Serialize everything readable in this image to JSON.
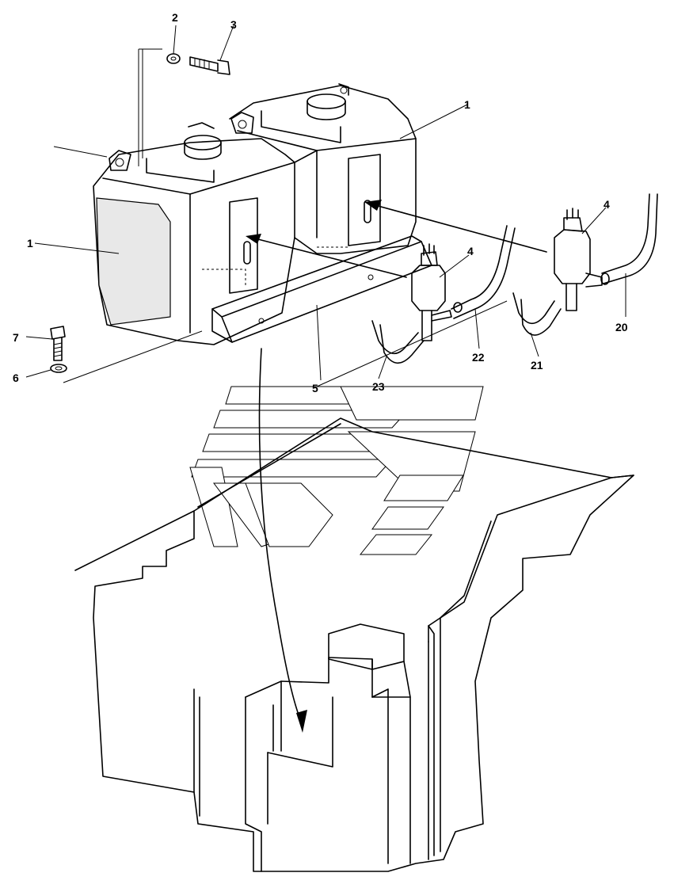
{
  "diagram": {
    "callouts": [
      {
        "id": "label-1-left",
        "text": "1"
      },
      {
        "id": "label-1-right",
        "text": "1"
      },
      {
        "id": "label-2",
        "text": "2"
      },
      {
        "id": "label-3",
        "text": "3"
      },
      {
        "id": "label-4-left",
        "text": "4"
      },
      {
        "id": "label-4-right",
        "text": "4"
      },
      {
        "id": "label-5",
        "text": "5"
      },
      {
        "id": "label-6",
        "text": "6"
      },
      {
        "id": "label-7",
        "text": "7"
      },
      {
        "id": "label-20",
        "text": "20"
      },
      {
        "id": "label-21",
        "text": "21"
      },
      {
        "id": "label-22",
        "text": "22"
      },
      {
        "id": "label-23",
        "text": "23"
      }
    ]
  }
}
